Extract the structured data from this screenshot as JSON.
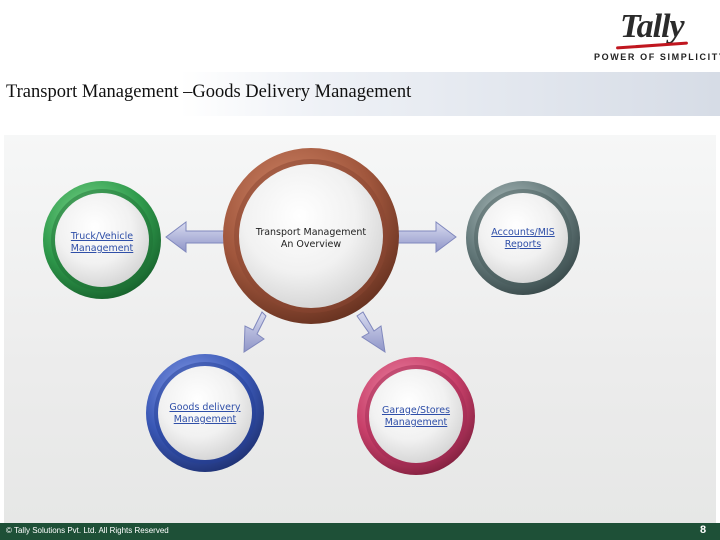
{
  "brand": {
    "logo_text": "Tally",
    "tagline": "POWER OF SIMPLICITY"
  },
  "header": {
    "title": "Transport Management –Goods Delivery Management"
  },
  "diagram": {
    "center": {
      "line1": "Transport Management",
      "line2": "An Overview",
      "color": "#a0563c"
    },
    "truck": {
      "line1": "Truck/Vehicle",
      "line2": "Management",
      "color": "#2f9a4c"
    },
    "accounts": {
      "line1": "Accounts/MIS",
      "line2": "Reports",
      "color": "#64797a"
    },
    "goods": {
      "line1": "Goods delivery",
      "line2": "Management",
      "color": "#3a58b6"
    },
    "garage": {
      "line1": "Garage/Stores",
      "line2": "Management",
      "color": "#c8406a"
    },
    "link_color": "#2f4fa8",
    "arrow_color": "#8f95c8"
  },
  "footer": {
    "copyright": "© Tally Solutions Pvt. Ltd. All Rights Reserved",
    "page_number": "8",
    "color": "#1e5037"
  }
}
